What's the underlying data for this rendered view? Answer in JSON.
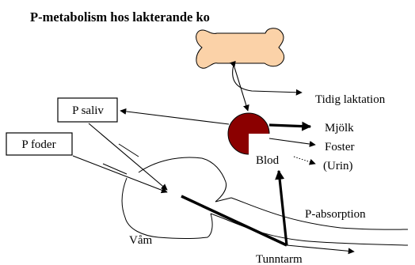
{
  "title": "P-metabolism hos lakterande ko",
  "boxes": {
    "saliva": "P saliv",
    "feed": "P foder"
  },
  "labels": {
    "early_lactation": "Tidig laktation",
    "milk": "Mjölk",
    "fetus": "Foster",
    "blood": "Blod",
    "urine": "(Urin)",
    "absorption": "P-absorption",
    "rumen": "Våm",
    "small_intestine": "Tunntarm"
  },
  "colors": {
    "bone_fill": "#fbd2a8",
    "blood_pool": "#8b0000",
    "line": "#000000"
  }
}
